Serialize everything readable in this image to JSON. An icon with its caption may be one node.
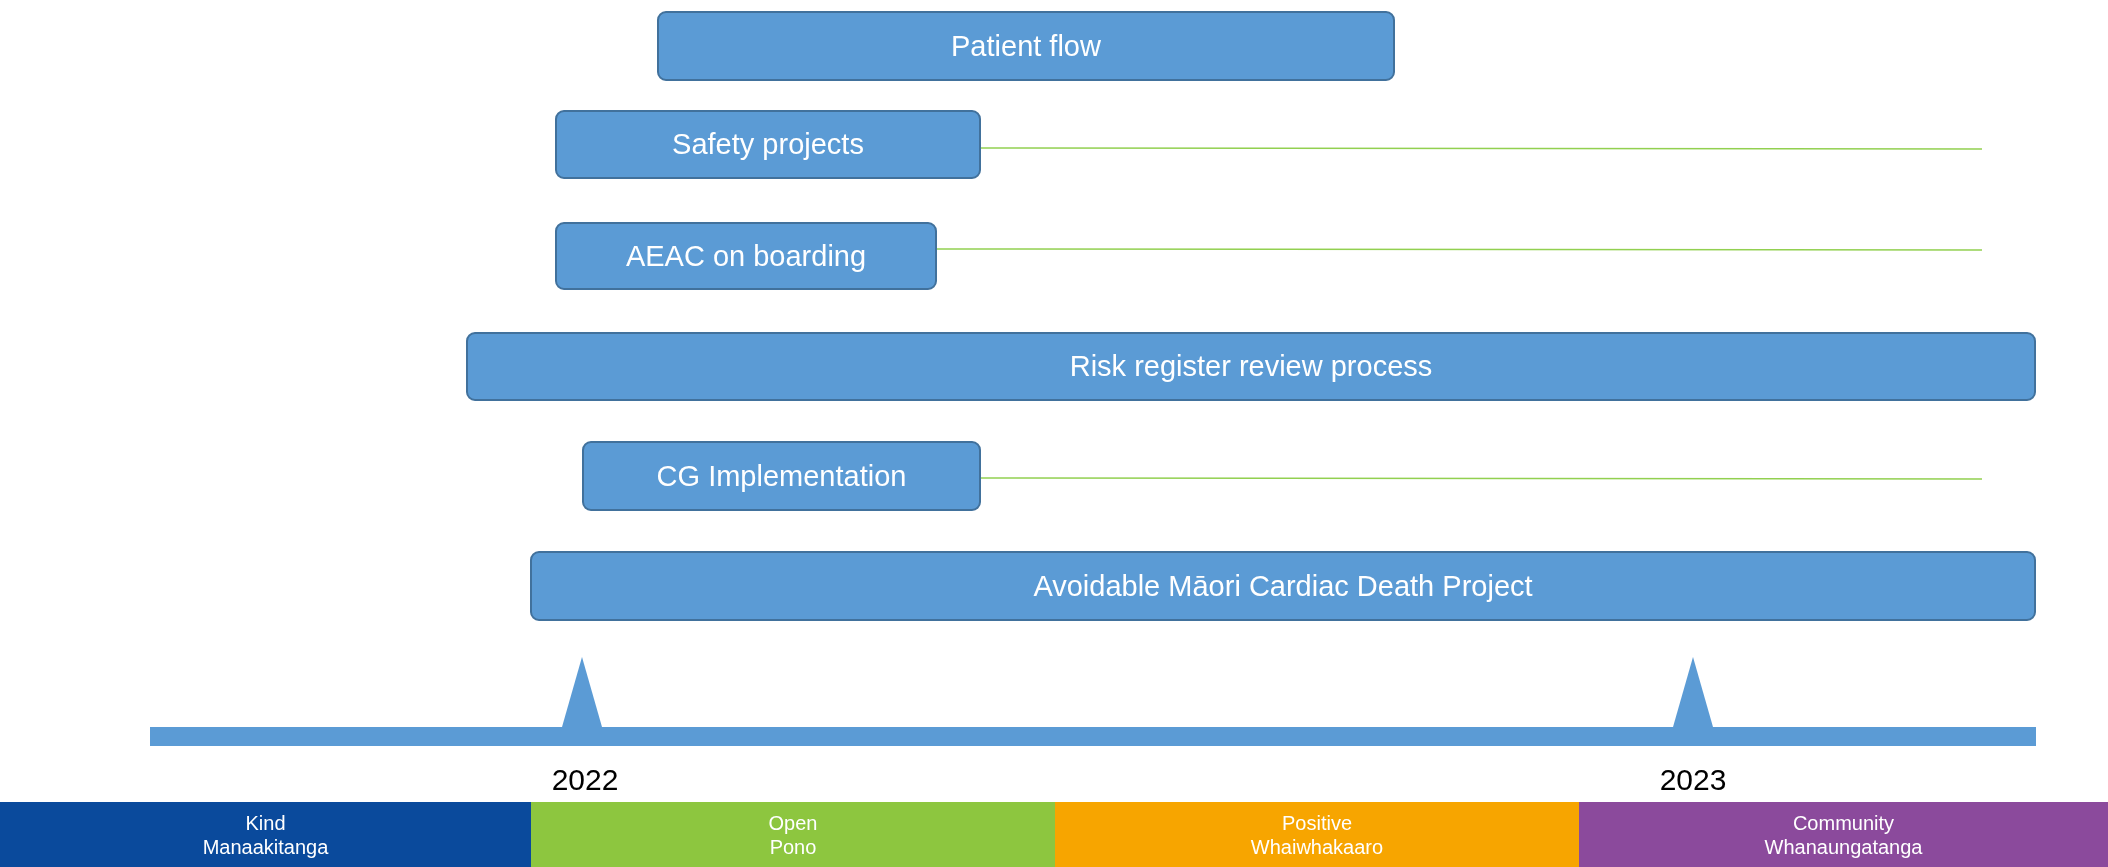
{
  "diagram": {
    "nodes": [
      {
        "text": [
          "Patient flow"
        ]
      },
      {
        "text": [
          "Safety projects"
        ]
      },
      {
        "text": [
          "AEAC on boarding"
        ]
      },
      {
        "text": [
          "Risk register review process"
        ]
      },
      {
        "text": [
          "CG Implementation"
        ]
      },
      {
        "text": [
          "Avoidable Māori Cardiac Death Project"
        ]
      },
      {
        "text": [
          "Kind",
          "Manaakitanga"
        ]
      },
      {
        "text": [
          "Open",
          "Pono"
        ]
      },
      {
        "text": [
          "Positive",
          "Whaiwhakaaro"
        ]
      },
      {
        "text": [
          "Community",
          "Whanaungatanga"
        ]
      }
    ],
    "edges": [
      {
        "from": 1,
        "to": null,
        "arrow": "none",
        "color": "#92d050"
      },
      {
        "from": 2,
        "to": null,
        "arrow": "none",
        "color": "#92d050"
      },
      {
        "from": 4,
        "to": null,
        "arrow": "none",
        "color": "#92d050"
      }
    ],
    "labels": [
      "2022",
      "2023"
    ]
  }
}
